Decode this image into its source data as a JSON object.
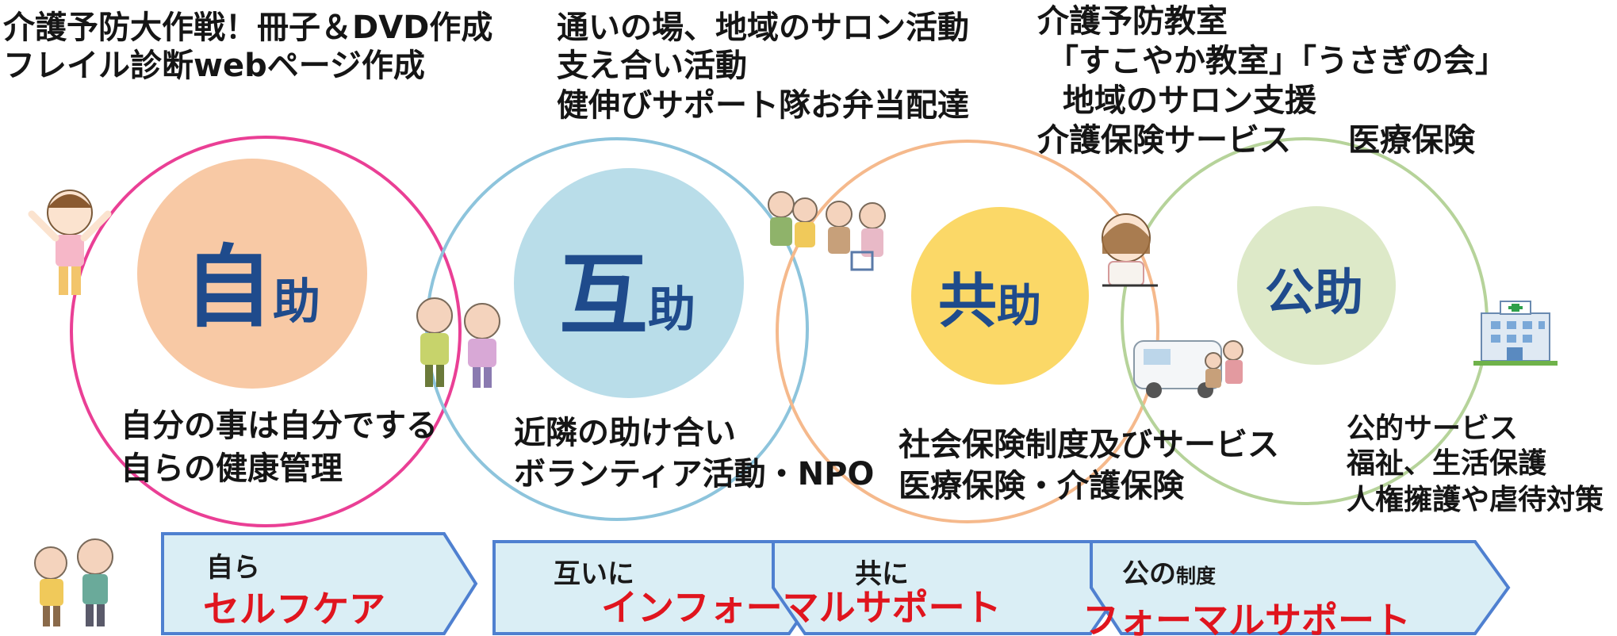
{
  "top_texts": {
    "self": [
      "介護予防大作戦！冊子＆DVD作成",
      "フレイル診断webページ作成"
    ],
    "mutual": [
      "通いの場、地域のサロン活動",
      "支え合い活動",
      "健伸びサポート隊お弁当配達"
    ],
    "joint": [
      "介護予防教室",
      "「すこやか教室」「うさぎの会」",
      "地域のサロン支援",
      "介護保険サービス"
    ],
    "public": "医療保険"
  },
  "circles": {
    "self": {
      "big": "自",
      "small": "助",
      "fill": "#f8c9a5",
      "ring": "#ea3f95"
    },
    "mutual": {
      "big": "互",
      "small": "助",
      "fill": "#b9dde9",
      "ring": "#8dc4dc"
    },
    "joint": {
      "big": "共",
      "small": "助",
      "fill": "#fbd867",
      "ring": "#f5b98c"
    },
    "public": {
      "big": "公",
      "small": "助",
      "fill": "#dde9c8",
      "ring": "#b6d39a"
    }
  },
  "desc_texts": {
    "self": [
      "自分の事は自分でする",
      "自らの健康管理"
    ],
    "mutual": [
      "近隣の助け合い",
      "ボランティア活動・NPO"
    ],
    "joint": [
      "社会保険制度及びサービス",
      "医療保険・介護保険"
    ],
    "public": [
      "公的サービス",
      "福祉、生活保護",
      "人権擁護や虐待対策"
    ]
  },
  "arrows": {
    "self": {
      "small": "自ら",
      "big": "セルフケア"
    },
    "mutual": {
      "small": "互いに"
    },
    "joint": {
      "small": "共に"
    },
    "public": {
      "small_main": "公の",
      "small_sub": "制度"
    },
    "informal_label": "インフォーマルサポート",
    "formal_label": "フォーマルサポート",
    "fill": "#daeef5",
    "stroke": "#4f80d0",
    "label_color": "#e0151e"
  }
}
